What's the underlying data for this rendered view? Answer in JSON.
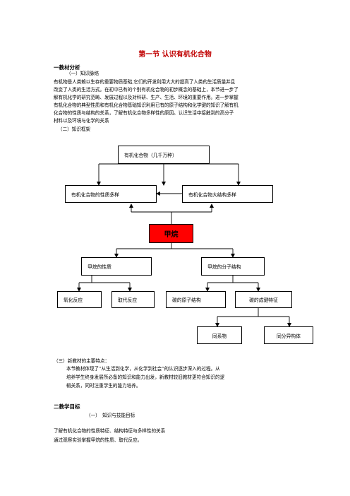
{
  "title": "第一节 认识有机化合物",
  "section1": {
    "heading": "一教材分析",
    "sub1": "（一）知识脉络",
    "paragraph": [
      "有机物是人类赖以生存的重要物质基础,它们的开发利用大大的提高了人类的生活质量并且",
      "改变了人类的生活方式。在初中已有的个别有机化合物的初步概念的基础上，本节进一步了",
      "解有机化学的研究范畴、发展过程以及对科研、生产、生活、环境的重要作用。进一步掌握",
      "有机化合物的典型性质和有机化合物基础知识利用已有的原子结构和化学键的知识了解有机",
      "化合物的性质与结构的关系，了解有机化合物多样性的原因。认识生活中接触到的高分子",
      "材料以及环境与化学的关系"
    ],
    "sub2": "（二）知识框架"
  },
  "framework": {
    "top": "有机化合物（几千万种）",
    "prop_diverse": "有机化合物的性质多样",
    "struct_diverse": "有机化合物大结构多样",
    "center": "甲烷",
    "methane_prop": "甲烷的性质",
    "methane_struct": "甲烷的分子结构",
    "oxidation": "氧化反应",
    "substitution": "取代反应",
    "carbon_atom": "碳的原子结构",
    "carbon_bond": "碳的成键特征",
    "homolog": "同系物",
    "isomer": "同分异构体"
  },
  "section1_3": {
    "heading": "（三）新教材的主要特点：",
    "lines": [
      "本节教材体现了“从生活到化学，从化学到社会”的认识逐步深入的过程。从",
      "培养学生终身发展所必备的知识和能力出发，新教材较旧教材更符合知识的逻",
      "辑关系，同时注重学生的能力培养。"
    ]
  },
  "section2": {
    "heading": "二教学目标",
    "sub1": "（一）　知识与技能目标",
    "lines": [
      "了解有机化合物的性质特征、结构特征与多样性的关系",
      "通过观察实验掌握甲烷的性质、取代反应。"
    ]
  },
  "colors": {
    "title": "#c00000",
    "methane_box": "#ff0000"
  }
}
